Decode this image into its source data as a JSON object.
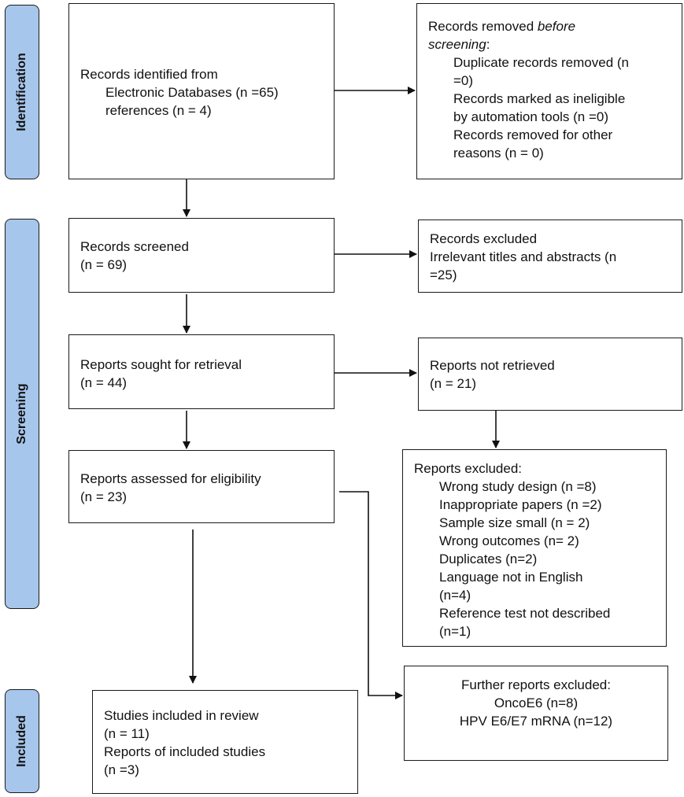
{
  "phases": {
    "identification": "Identification",
    "screening": "Screening",
    "included": "Included"
  },
  "boxes": {
    "identified": {
      "title": "Records identified from",
      "line1": "Electronic Databases (n =65)",
      "line2": "references (n = 4)"
    },
    "removed": {
      "title_prefix": "Records removed ",
      "title_italic": "before",
      "title_italic2": "screening",
      "title_suffix": ":",
      "items": [
        "Duplicate records removed (n",
        "=0)",
        "Records marked as ineligible",
        "by automation tools (n =0)",
        "Records removed for other",
        "reasons (n = 0)"
      ]
    },
    "screened": {
      "title": "Records screened",
      "count": "(n = 69)"
    },
    "excluded1": {
      "title": "Records excluded",
      "line1": "Irrelevant titles and abstracts (n",
      "line2": "=25)"
    },
    "sought": {
      "title": "Reports sought for retrieval",
      "count": "(n = 44)"
    },
    "not_retrieved": {
      "title": "Reports not retrieved",
      "count": "(n = 21)"
    },
    "assessed": {
      "title": "Reports assessed for eligibility",
      "count": "(n = 23)"
    },
    "excluded2": {
      "title": "Reports excluded:",
      "items": [
        "Wrong study design (n =8)",
        "Inappropriate papers (n =2)",
        "Sample size small (n = 2)",
        "Wrong outcomes (n= 2)",
        "Duplicates (n=2)",
        "Language not in English",
        "(n=4)",
        "Reference test not described",
        "(n=1)"
      ]
    },
    "included": {
      "line1": "Studies included in review",
      "line2": "(n = 11)",
      "line3": "Reports of included studies",
      "line4": "(n =3)"
    },
    "further": {
      "title": "Further reports excluded:",
      "line1": "OncoE6 (n=8)",
      "line2": "HPV E6/E7 mRNA (n=12)"
    }
  }
}
